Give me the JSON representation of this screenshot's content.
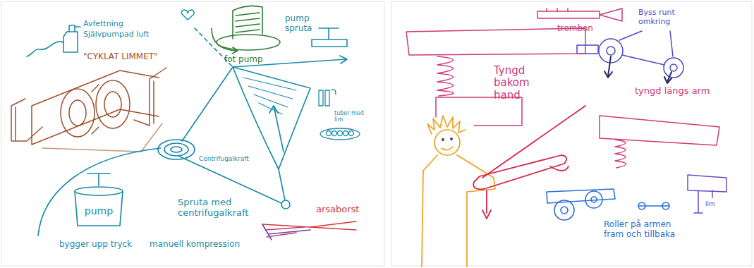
{
  "diagram": {
    "nodes": [
      {
        "text": [
          "pump"
        ]
      }
    ],
    "labels": [
      "Avfettning",
      "Självpumpad luft",
      "\"CYKLAT LIMMET\"",
      "pump spruta",
      "fot pump",
      "Centrifugalkraft",
      "tuber med lim",
      "Spruta med centrifugalkraft",
      "bygger upp tryck",
      "manuell kompression",
      "arsaborst",
      "trombon",
      "Byss runt omkring",
      "Tyngd bakom hand",
      "tyngd längs arm",
      "lim",
      "Roller på armen fram och tillbaka"
    ]
  }
}
